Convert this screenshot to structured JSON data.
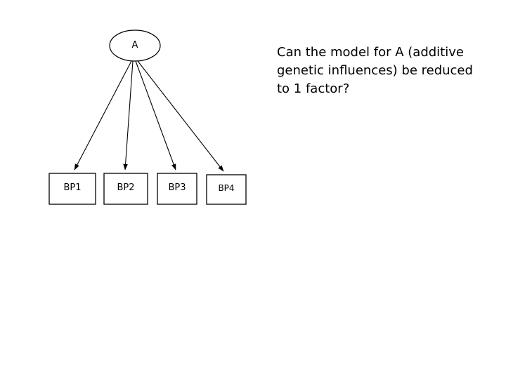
{
  "diagram": {
    "latent": {
      "label": "A",
      "shape": "ellipse"
    },
    "observed": [
      {
        "label": "BP1"
      },
      {
        "label": "BP2"
      },
      {
        "label": "BP3"
      },
      {
        "label": "BP4"
      }
    ],
    "paths": [
      {
        "from": "A",
        "to": "BP1",
        "arrow": true
      },
      {
        "from": "A",
        "to": "BP2",
        "arrow": true
      },
      {
        "from": "A",
        "to": "BP3",
        "arrow": true
      },
      {
        "from": "A",
        "to": "BP4",
        "arrow": true
      }
    ],
    "colors": {
      "stroke": "#000000",
      "fill": "#ffffff",
      "text": "#000000",
      "background": "#ffffff"
    }
  },
  "annotation": {
    "question": "Can the model for A (additive genetic influences) be reduced to 1 factor?"
  }
}
